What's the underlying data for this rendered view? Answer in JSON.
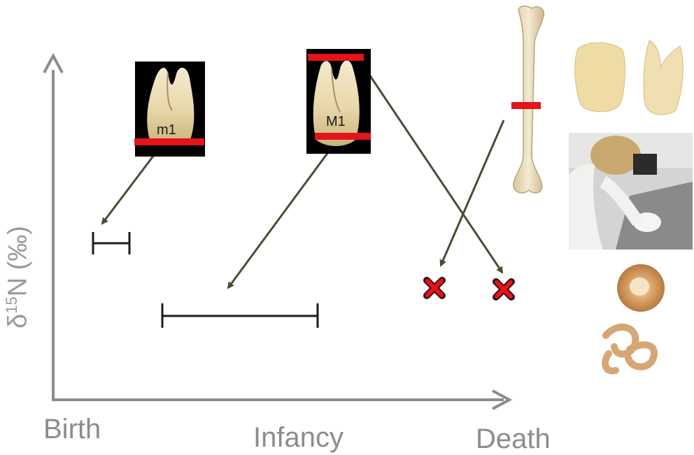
{
  "axes": {
    "y_label_symbol": "δ",
    "y_label_superscript": "15",
    "y_label_rest": "N (‰)",
    "x_label_start": "Birth",
    "x_label_middle": "Infancy",
    "x_label_end": "Death"
  },
  "samples": {
    "deciduous_molar_label": "m1",
    "permanent_molar_label": "M1"
  },
  "colors": {
    "axis": "#8c8c8c",
    "arrow": "#4d4a35",
    "sample_line": "#e3141a",
    "marker_fill": "#e3141a",
    "range_bar": "#1a1a1a"
  },
  "icons": [
    "deciduous-molar-icon",
    "permanent-molar-icon",
    "femur-bone-icon",
    "tooth-fragment-icon",
    "researcher-microscope-photo",
    "dentine-ring-icon",
    "dentine-curl-icon",
    "x-marker-icon"
  ]
}
